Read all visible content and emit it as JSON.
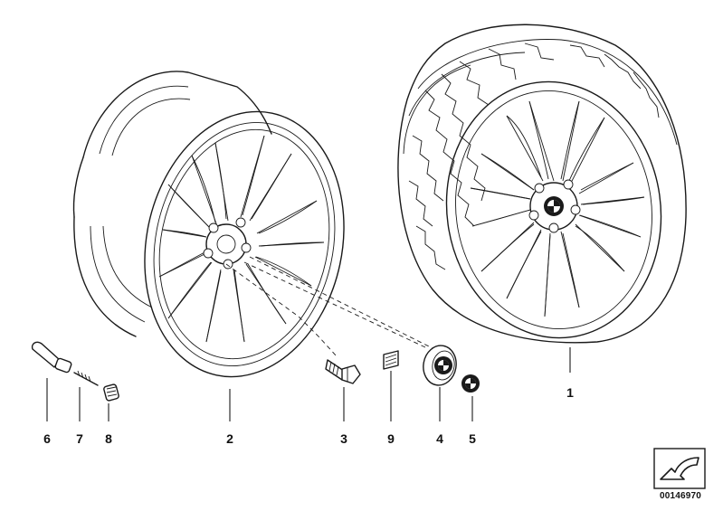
{
  "parts": {
    "n1": "1",
    "n2": "2",
    "n3": "3",
    "n4": "4",
    "n5": "5",
    "n6": "6",
    "n7": "7",
    "n8": "8",
    "n9": "9"
  },
  "diagram_id": "00146970",
  "icons": {
    "navigation": "curved-arrow-icon",
    "emblem": "bmw-roundel-icon"
  }
}
